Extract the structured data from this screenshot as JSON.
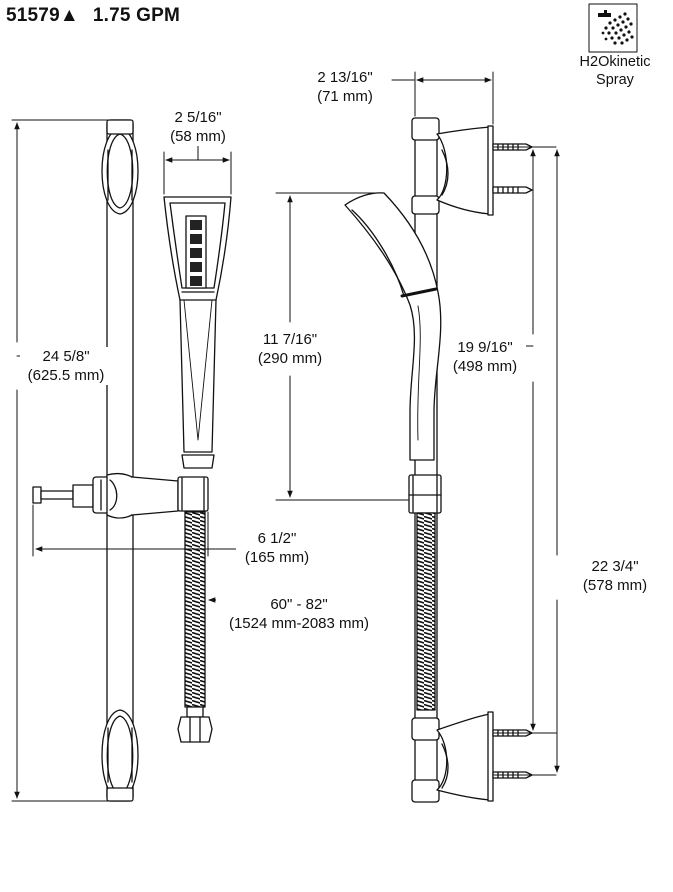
{
  "header": {
    "model": "51579▲",
    "flow": "1.75 GPM"
  },
  "spray_badge": {
    "icon": "h2okinetic-spray-icon",
    "line1": "H2Okinetic",
    "line2": "Spray"
  },
  "dimensions": {
    "handshower_width": {
      "imperial": "2 5/16\"",
      "metric": "(58 mm)"
    },
    "wall_projection": {
      "imperial": "2 13/16\"",
      "metric": "(71 mm)"
    },
    "bar_length": {
      "imperial": "24 5/8\"",
      "metric": "(625.5 mm)"
    },
    "handshower_length": {
      "imperial": "11 7/16\"",
      "metric": "(290 mm)"
    },
    "handshower_height": {
      "imperial": "19 9/16\"",
      "metric": "(498 mm)"
    },
    "slider_projection": {
      "imperial": "6 1/2\"",
      "metric": "(165 mm)"
    },
    "hose_length": {
      "imperial": "60\" - 82\"",
      "metric": "(1524 mm-2083 mm)"
    },
    "mount_spacing": {
      "imperial": "22 3/4\"",
      "metric": "(578 mm)"
    }
  }
}
